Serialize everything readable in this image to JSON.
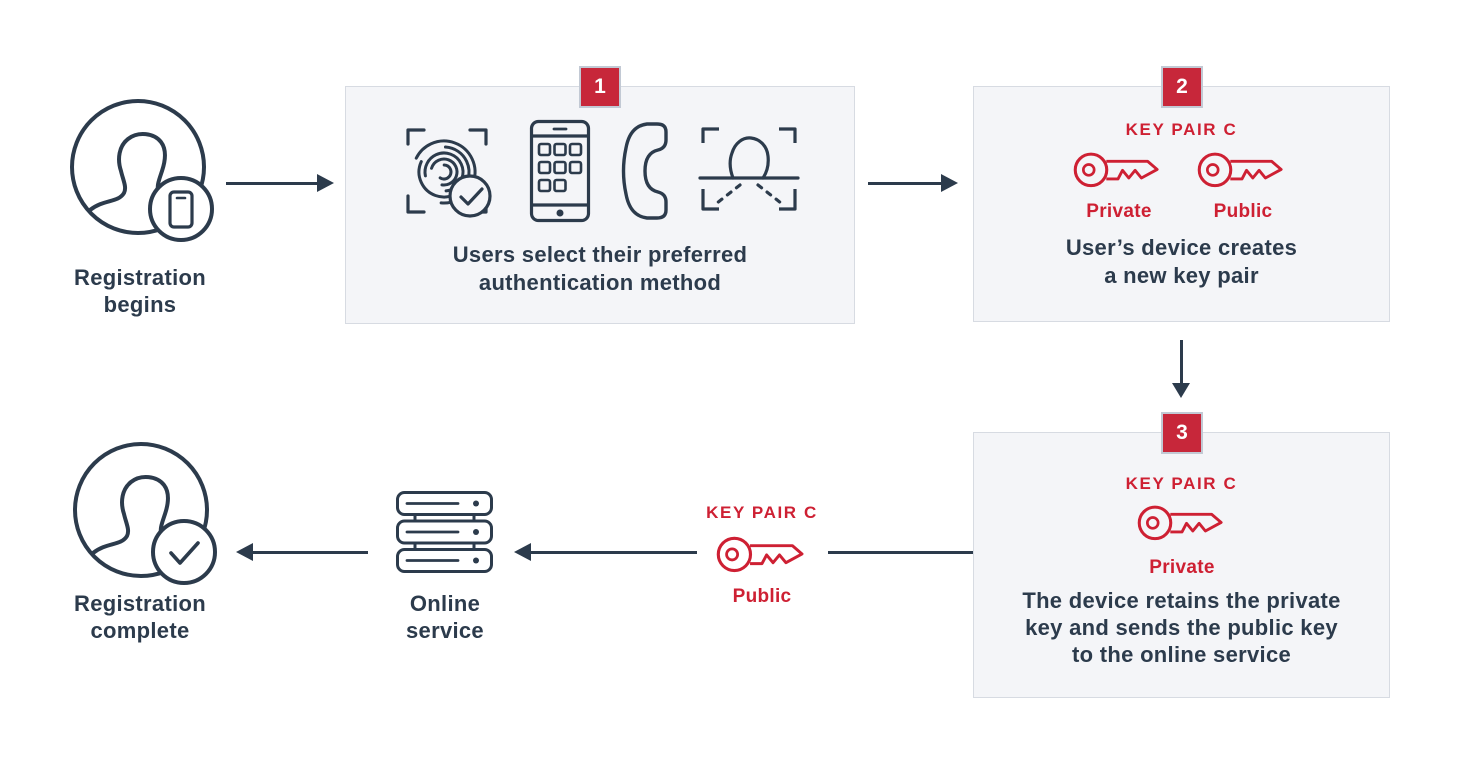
{
  "colors": {
    "navy": "#2c3b4c",
    "red": "#ce2033",
    "badge_red": "#c7273a",
    "box_bg": "#f4f5f8",
    "box_border": "#d7dbe2"
  },
  "start": {
    "label_line1": "Registration",
    "label_line2": "begins"
  },
  "step1": {
    "badge": "1",
    "caption_line1": "Users select their preferred",
    "caption_line2": "authentication method",
    "icons": [
      "fingerprint-icon",
      "keypad-phone-icon",
      "handset-icon",
      "face-scan-icon"
    ]
  },
  "step2": {
    "badge": "2",
    "key_pair_label": "KEY PAIR C",
    "private_label": "Private",
    "public_label": "Public",
    "caption_line1": "User’s device creates",
    "caption_line2": "a new key pair"
  },
  "step3": {
    "badge": "3",
    "key_pair_label": "KEY PAIR C",
    "private_label": "Private",
    "caption_line1": "The device retains the private",
    "caption_line2": "key and sends the public key",
    "caption_line3": "to the online service"
  },
  "transfer": {
    "key_pair_label": "KEY PAIR C",
    "public_label": "Public"
  },
  "service": {
    "label_line1": "Online",
    "label_line2": "service"
  },
  "complete": {
    "label_line1": "Registration",
    "label_line2": "complete"
  }
}
